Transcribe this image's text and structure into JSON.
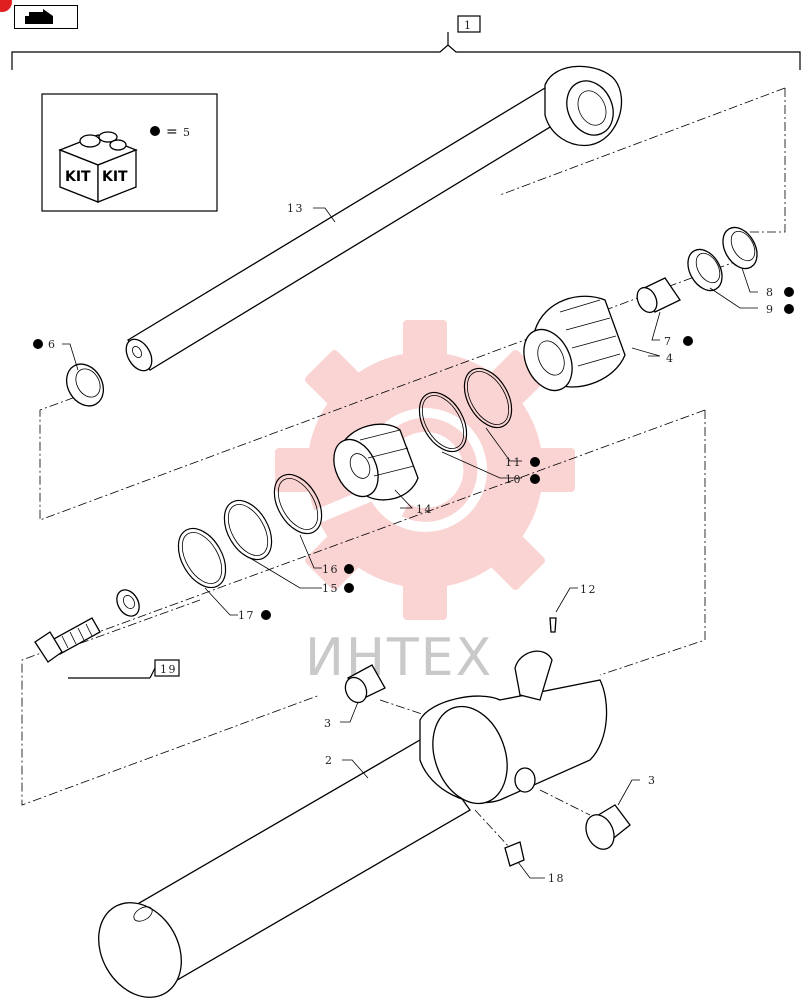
{
  "callouts": [
    {
      "id": "c1",
      "text": "1"
    },
    {
      "id": "c2",
      "text": "2"
    },
    {
      "id": "c3a",
      "text": "3"
    },
    {
      "id": "c3b",
      "text": "3"
    },
    {
      "id": "c4",
      "text": "4"
    },
    {
      "id": "c5",
      "text": "5"
    },
    {
      "id": "c6",
      "text": "6"
    },
    {
      "id": "c7",
      "text": "7"
    },
    {
      "id": "c8",
      "text": "8"
    },
    {
      "id": "c9",
      "text": "9"
    },
    {
      "id": "c10",
      "text": "10"
    },
    {
      "id": "c11",
      "text": "11"
    },
    {
      "id": "c12",
      "text": "12"
    },
    {
      "id": "c13",
      "text": "13"
    },
    {
      "id": "c14",
      "text": "14"
    },
    {
      "id": "c15",
      "text": "15"
    },
    {
      "id": "c16",
      "text": "16"
    },
    {
      "id": "c17",
      "text": "17"
    },
    {
      "id": "c18",
      "text": "18"
    },
    {
      "id": "c19",
      "text": "19"
    }
  ],
  "kit": {
    "label_left": "KIT",
    "label_right": "KIT",
    "equals": "="
  },
  "watermark": {
    "text": "ИНТЕХ",
    "color": "#f4a0a0"
  },
  "nav": {
    "icon": "back-arrow-icon"
  },
  "colors": {
    "accent": "#e02020",
    "ink": "#000000"
  }
}
